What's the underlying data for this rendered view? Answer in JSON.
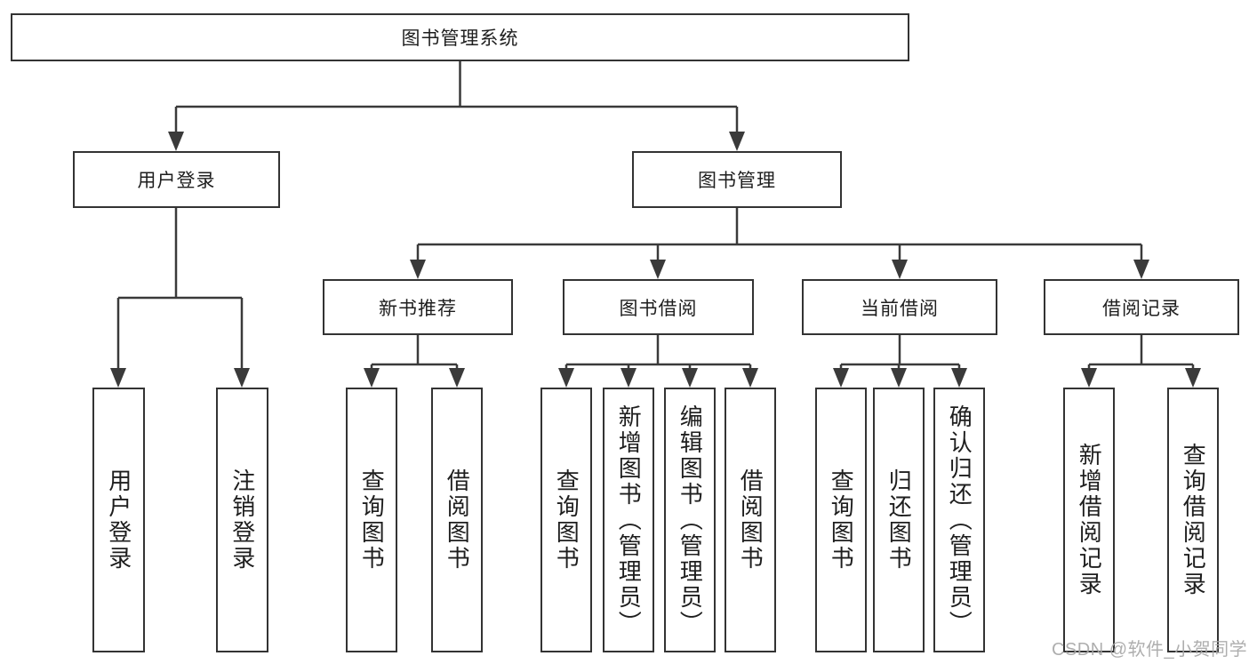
{
  "watermark": {
    "text": "CSDN @软件_小贺同学"
  },
  "style": {
    "background": "#ffffff",
    "line_color": "#3a3a3a",
    "box_border_color": "#333333",
    "text_color": "#1e1e1e",
    "watermark_color": "#a8a8a8"
  },
  "tree": {
    "root": {
      "label": "图书管理系统"
    },
    "children": [
      {
        "label": "用户登录",
        "children": [
          {
            "label": "用户登录"
          },
          {
            "label": "注销登录"
          }
        ]
      },
      {
        "label": "图书管理",
        "children": [
          {
            "label": "新书推荐",
            "children": [
              {
                "label": "查询图书"
              },
              {
                "label": "借阅图书"
              }
            ]
          },
          {
            "label": "图书借阅",
            "children": [
              {
                "label": "查询图书"
              },
              {
                "label": "新增图书（管理员）"
              },
              {
                "label": "编辑图书（管理员）"
              },
              {
                "label": "借阅图书"
              }
            ]
          },
          {
            "label": "当前借阅",
            "children": [
              {
                "label": "查询图书"
              },
              {
                "label": "归还图书"
              },
              {
                "label": "确认归还（管理员）"
              }
            ]
          },
          {
            "label": "借阅记录",
            "children": [
              {
                "label": "新增借阅记录"
              },
              {
                "label": "查询借阅记录"
              }
            ]
          }
        ]
      }
    ]
  }
}
